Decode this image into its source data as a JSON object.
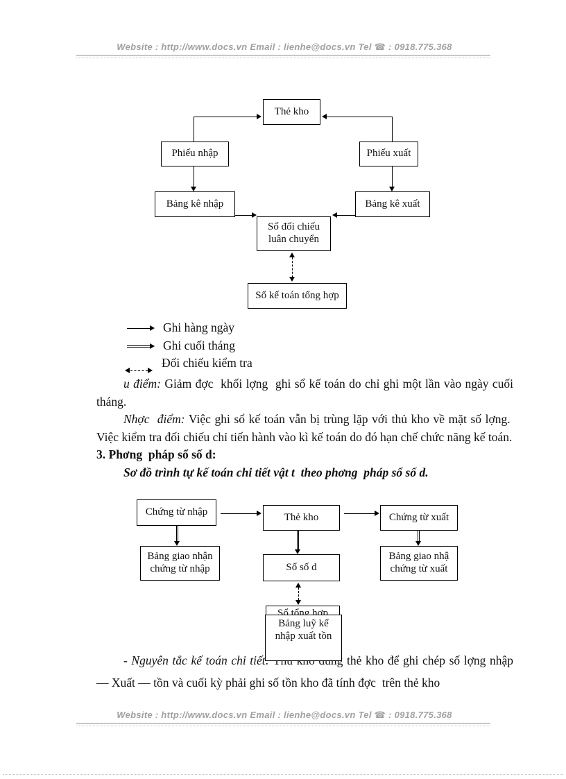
{
  "header": {
    "text": "Website : http://www.docs.vn  Email : lienhe@docs.vn   Tel ☎ : 0918.775.368"
  },
  "footer": {
    "text": "Website : http://www.docs.vn  Email : lienhe@docs.vn   Tel ☎ : 0918.775.368"
  },
  "colors": {
    "text": "#111111",
    "header_gray": "#a0a0a0",
    "line_gray": "#8f8f8f",
    "dotted_gray": "#c2c2c2"
  },
  "diagram1": {
    "boxes": {
      "the_kho": "Thẻ kho",
      "phieu_nhap": "Phiếu nhập",
      "phieu_xuat": "Phiếu xuất",
      "bang_ke_nhap": "Bảng kê nhập",
      "bang_ke_xuat": "Bảng kê xuất",
      "so_doi_chieu": "Sổ đối chiếu\nluân chuyển",
      "so_ke_toan_tong_hop": "Sổ kế toán tổng hợp"
    }
  },
  "legend": {
    "items": [
      {
        "label": "Ghi hàng ngày",
        "style": "solid-arrow"
      },
      {
        "label": "Ghi cuối tháng",
        "style": "double-line-arrow"
      },
      {
        "label": "Đối chiếu kiểm tra",
        "style": "dashed-double-arrow"
      }
    ]
  },
  "paragraphs": {
    "uu_diem_label": "u điểm:",
    "uu_diem_text": " Giảm đợc  khối lợng  ghi sổ kế toán do chỉ ghi một lần vào ngày cuối tháng.",
    "nhuoc_diem_label": "Nhợc  điểm:",
    "nhuoc_diem_text": " Việc ghi sổ kế toán vẫn bị trùng lặp với thủ kho về mặt số lợng.  Việc kiểm tra đối chiếu chỉ tiến hành vào kì kế toán do đó hạn chế chức năng kế toán.",
    "heading3": "3. Phơng  pháp sổ số d:",
    "subtitle": "Sơ đồ trình tự kế toán chi tiết vật t  theo phơng  pháp sổ số d.",
    "nguyen_tac_label": "- Nguyên tắc kế toán chi tiết:",
    "nguyen_tac_text": " Thủ kho dùng thẻ kho để ghi chép số lợng nhập — Xuất — tồn và cuối kỳ phải ghi số tồn kho đã tính đợc  trên thẻ kho"
  },
  "diagram2": {
    "boxes": {
      "chung_tu_nhap": "Chứng từ nhập",
      "the_kho": "Thẻ kho",
      "chung_tu_xuat": "Chứng từ xuất",
      "bang_giao_nhan_nhap": "Bảng giao nhận\nchứng từ nhập",
      "so_so_du": "Sổ số d",
      "bang_giao_nhan_xuat": "Bảng giao nhậ\nchứng từ xuất",
      "so_tong_hop": "Sổ tổng hợp",
      "bang_luy_ke": "Bảng luỹ kế\nnhập xuất tồn"
    }
  }
}
